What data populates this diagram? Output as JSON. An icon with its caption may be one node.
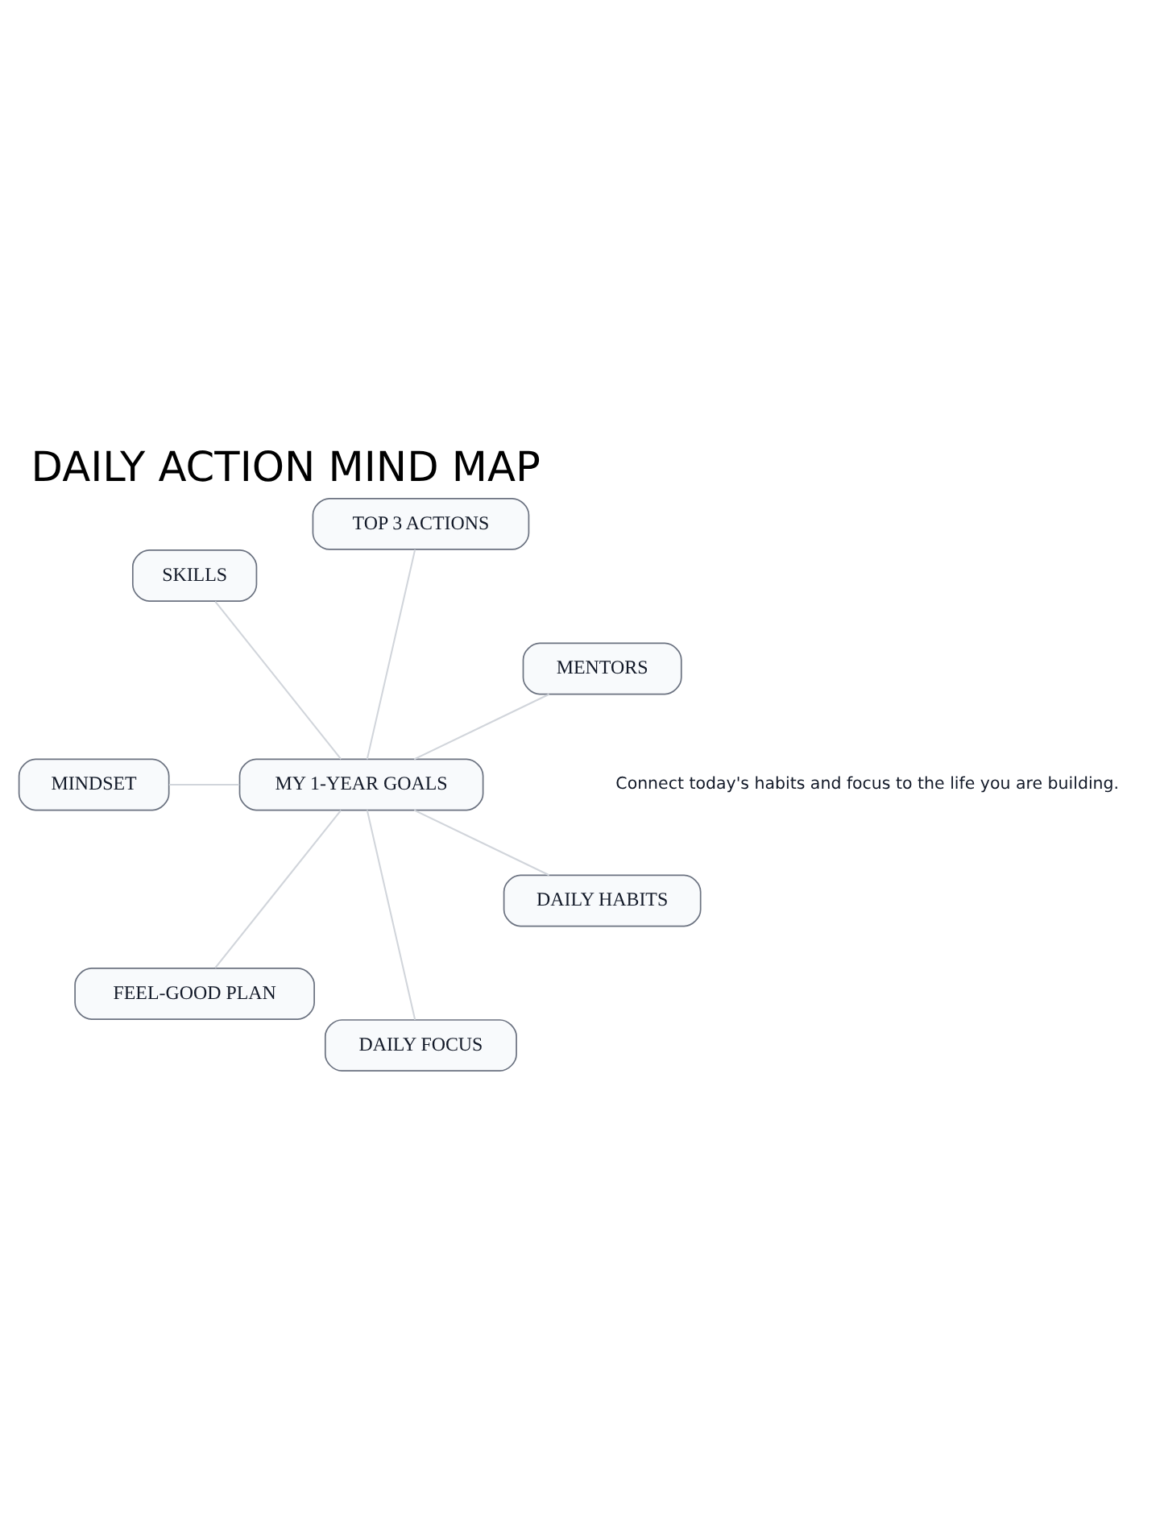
{
  "diagram": {
    "title": "DAILY ACTION MIND MAP",
    "nodes": [
      {
        "text": [
          "MENTORS"
        ]
      },
      {
        "text": [
          "TOP 3 ACTIONS"
        ]
      },
      {
        "text": [
          "SKILLS"
        ]
      },
      {
        "text": [
          "MY 1-YEAR GOALS"
        ]
      },
      {
        "text": [
          "MINDSET"
        ]
      },
      {
        "text": [
          "FEEL-GOOD PLAN"
        ]
      },
      {
        "text": [
          "DAILY FOCUS"
        ]
      },
      {
        "text": [
          "DAILY HABITS"
        ]
      }
    ],
    "edges": [
      {
        "from": 3,
        "to": 0,
        "arrow": "none"
      },
      {
        "from": 3,
        "to": 1,
        "arrow": "none"
      },
      {
        "from": 3,
        "to": 2,
        "arrow": "none"
      },
      {
        "from": 3,
        "to": 4,
        "arrow": "none"
      },
      {
        "from": 3,
        "to": 5,
        "arrow": "none"
      },
      {
        "from": 3,
        "to": 6,
        "arrow": "none"
      },
      {
        "from": 3,
        "to": 7,
        "arrow": "none"
      }
    ],
    "labels": [
      "Connect today's habits and focus to the life you are building."
    ]
  }
}
